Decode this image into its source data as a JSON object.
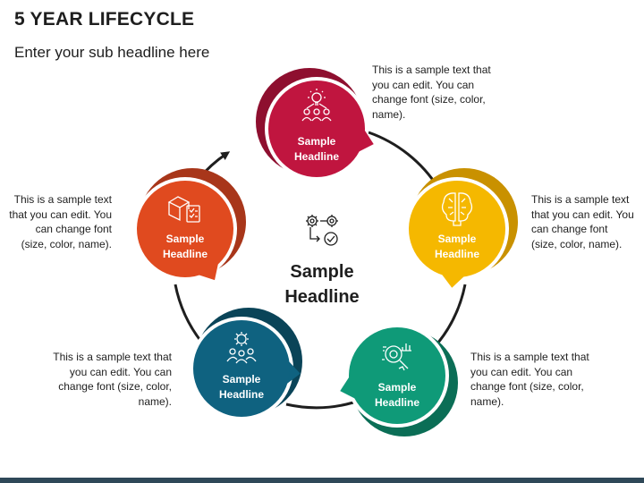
{
  "header": {
    "title": "5 YEAR LIFECYCLE",
    "subtitle": "Enter your sub headline here"
  },
  "center": {
    "icon": "gears-process-icon",
    "label_line1": "Sample",
    "label_line2": "Headline"
  },
  "nodes": [
    {
      "id": "top",
      "color": "#c0153f",
      "dark_color": "#8e0f2f",
      "icon": "idea-team-icon",
      "label_line1": "Sample",
      "label_line2": "Headline",
      "description": "This is a sample text that you can edit. You can change font (size, color, name)."
    },
    {
      "id": "right",
      "color": "#f5b800",
      "dark_color": "#c99100",
      "icon": "brain-icon",
      "label_line1": "Sample",
      "label_line2": "Headline",
      "description": "This is a sample text that you can edit. You can change font (size, color, name)."
    },
    {
      "id": "bottom-right",
      "color": "#0f9a78",
      "dark_color": "#0b6e56",
      "icon": "analysis-magnifier-icon",
      "label_line1": "Sample",
      "label_line2": "Headline",
      "description": "This is a sample text that you can edit. You can change font (size, color, name)."
    },
    {
      "id": "bottom-left",
      "color": "#0f6280",
      "dark_color": "#0a4458",
      "icon": "team-gear-icon",
      "label_line1": "Sample",
      "label_line2": "Headline",
      "description": "This is a sample text that you can edit. You can change font (size, color, name)."
    },
    {
      "id": "left",
      "color": "#e04a1f",
      "dark_color": "#a8361a",
      "icon": "box-checklist-icon",
      "label_line1": "Sample",
      "label_line2": "Headline",
      "description": "This is a sample text that you can edit. You can change font (size, color, name)."
    }
  ]
}
